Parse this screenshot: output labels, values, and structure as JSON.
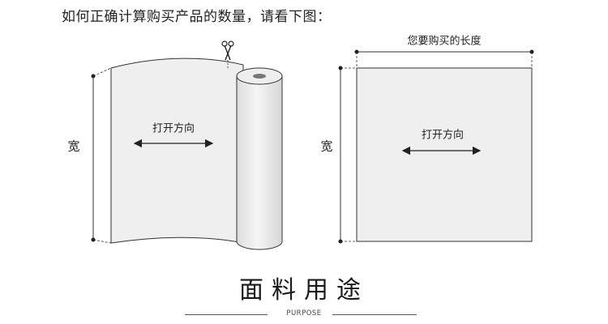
{
  "intro_text": "如何正确计算购买产品的数量，请看下图：",
  "left_diagram": {
    "width_label": "宽",
    "direction_label": "打开方向"
  },
  "right_diagram": {
    "length_label": "您要购买的长度",
    "width_label": "宽",
    "direction_label": "打开方向"
  },
  "section": {
    "title": "面料用途",
    "subtitle": "PURPOSE"
  },
  "icons": [
    "scissors-icon"
  ],
  "colors": {
    "sheet_fill": "#efefef",
    "line": "#333333"
  }
}
